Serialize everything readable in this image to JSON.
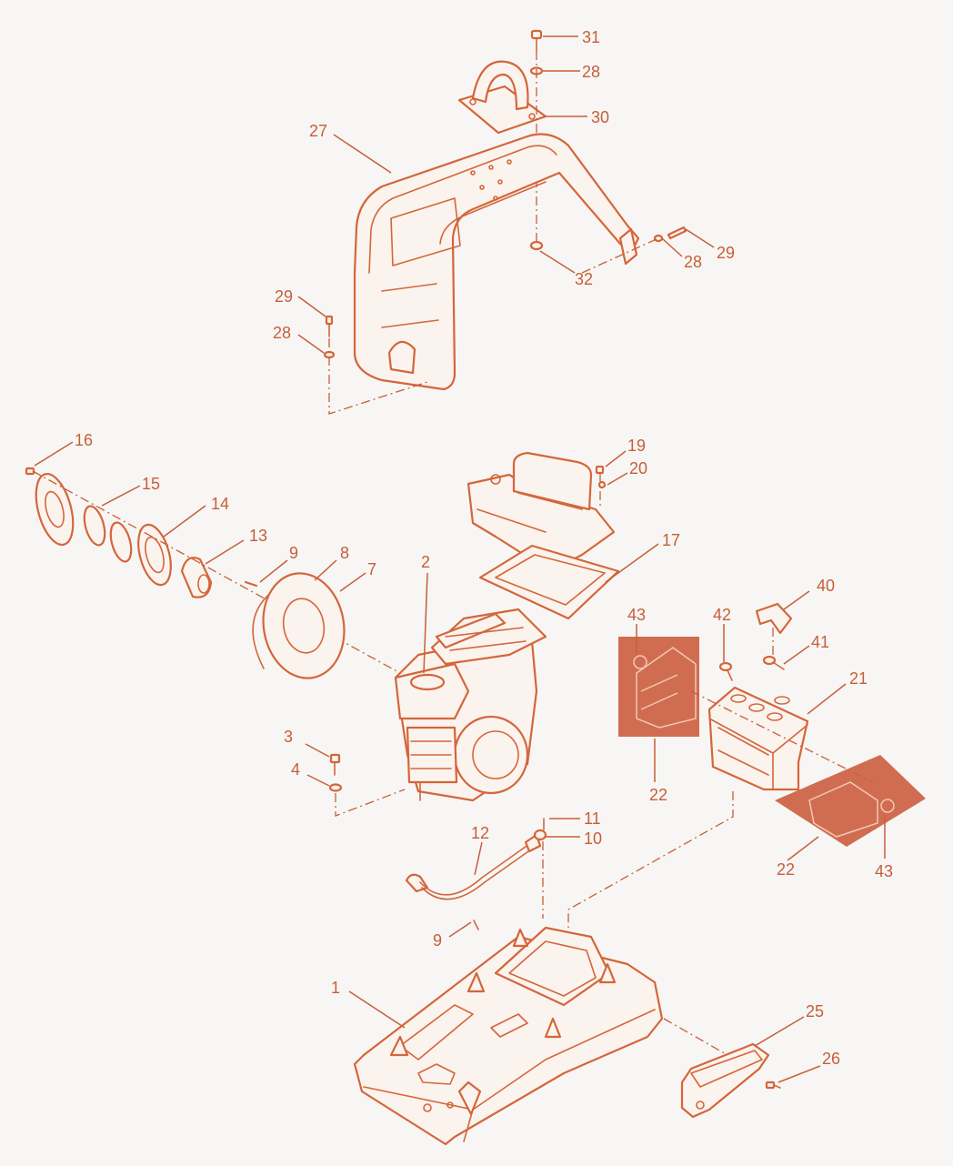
{
  "colors": {
    "accent": "#d4663a",
    "background": "#f7f6f5",
    "panel": "#cc6142"
  },
  "callouts": {
    "c31": "31",
    "c28a": "28",
    "c30": "30",
    "c27": "27",
    "c29a": "29",
    "c28b": "28",
    "c32": "32",
    "c29b": "29",
    "c28c": "28",
    "c16": "16",
    "c15": "15",
    "c14": "14",
    "c13": "13",
    "c9a": "9",
    "c8": "8",
    "c7": "7",
    "c2": "2",
    "c19": "19",
    "c20": "20",
    "c17": "17",
    "c43a": "43",
    "c42": "42",
    "c40": "40",
    "c41": "41",
    "c21": "21",
    "c22a": "22",
    "c22b": "22",
    "c43b": "43",
    "c3": "3",
    "c4": "4",
    "c11": "11",
    "c10": "10",
    "c12": "12",
    "c9b": "9",
    "c1": "1",
    "c25": "25",
    "c26": "26"
  }
}
